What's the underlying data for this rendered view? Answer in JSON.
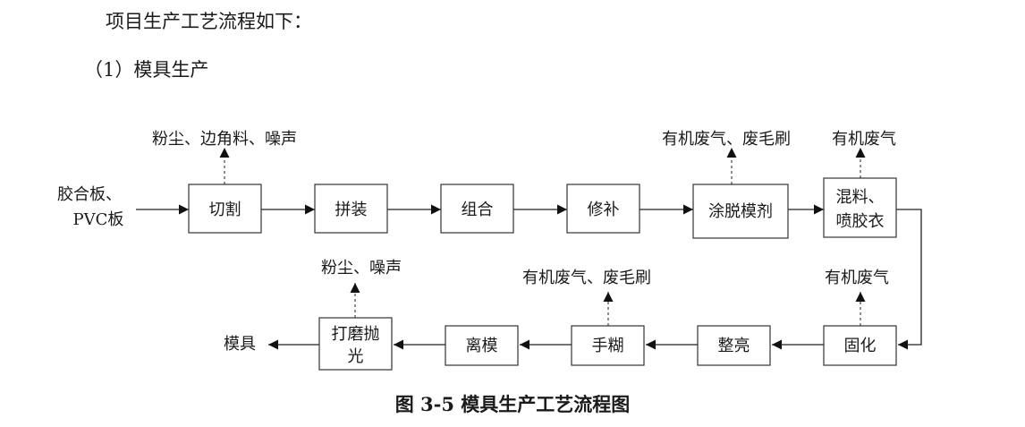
{
  "intro_text": "项目生产工艺流程如下：",
  "section_title": "（1）模具生产",
  "caption": "图 3-5  模具生产工艺流程图",
  "diagram": {
    "inputs": [
      "胶合板、",
      "PVC板"
    ],
    "output": "模具",
    "steps": [
      {
        "id": "cut",
        "lines": [
          "切割"
        ]
      },
      {
        "id": "splice",
        "lines": [
          "拼装"
        ]
      },
      {
        "id": "assemble",
        "lines": [
          "组合"
        ]
      },
      {
        "id": "repair",
        "lines": [
          "修补"
        ]
      },
      {
        "id": "release-agent",
        "lines": [
          "涂脱模剂"
        ]
      },
      {
        "id": "mix-gelcoat",
        "lines": [
          "混料、",
          "喷胶衣"
        ]
      },
      {
        "id": "cure",
        "lines": [
          "固化"
        ]
      },
      {
        "id": "brighten",
        "lines": [
          "整亮"
        ]
      },
      {
        "id": "hand-layup",
        "lines": [
          "手糊"
        ]
      },
      {
        "id": "demold",
        "lines": [
          "离模"
        ]
      },
      {
        "id": "grind-polish",
        "lines": [
          "打磨抛",
          "光"
        ]
      }
    ],
    "emissions": [
      {
        "step": "cut",
        "text": "粉尘、边角料、噪声"
      },
      {
        "step": "release-agent",
        "text": "有机废气、废毛刷"
      },
      {
        "step": "mix-gelcoat",
        "text": "有机废气"
      },
      {
        "step": "cure",
        "text": "有机废气"
      },
      {
        "step": "hand-layup",
        "text": "有机废气、废毛刷"
      },
      {
        "step": "grind-polish",
        "text": "粉尘、噪声"
      }
    ]
  }
}
